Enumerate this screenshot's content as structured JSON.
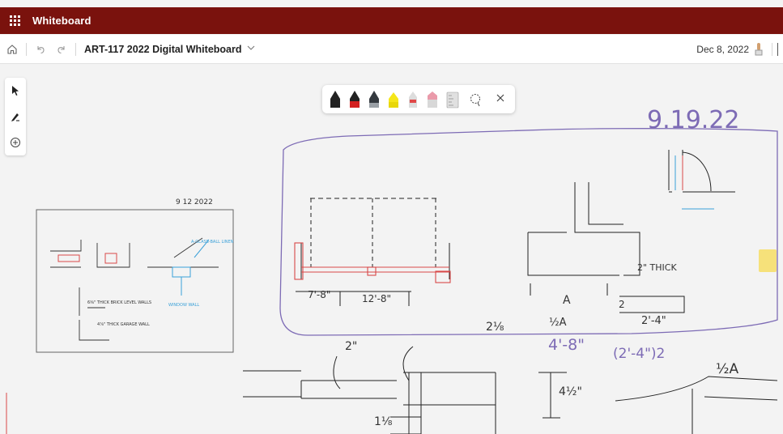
{
  "app": {
    "name": "Whiteboard"
  },
  "toolbar": {
    "doc_title": "ART-117 2022 Digital Whiteboard",
    "date": "Dec 8, 2022"
  },
  "pens": [
    {
      "name": "black-pen",
      "color": "#222222"
    },
    {
      "name": "red-pen",
      "color": "#d32020"
    },
    {
      "name": "dark-pen",
      "color": "#34393f"
    },
    {
      "name": "yellow-highlighter",
      "color": "#f5e61a"
    },
    {
      "name": "red-fine-pen",
      "color": "#e04848"
    },
    {
      "name": "pink-highlighter",
      "color": "#ea9aaa"
    },
    {
      "name": "ruler",
      "color": "#c8c8c8"
    }
  ],
  "board_text": {
    "date1": "9.19.22",
    "date2": "9 12 2022",
    "dim1": "7'-8\"",
    "dim2": "12'-8\"",
    "thick": "2\" THICK",
    "a_label": "A",
    "two": "2",
    "two4": "2'-4\"",
    "half_a": "½A",
    "four8": "4'-8\"",
    "paren": "(2'-4\")2",
    "half_a2": "½A",
    "two8": "2⅛",
    "four_half": "4½\"",
    "two_in": "2\"",
    "one_eighth": "1⅛",
    "note1": "6⅜\" THICK BRICK LEVEL WALLS",
    "note2": "4⅞\" THICK GARAGE WALL",
    "blue_note": "A-GLASS-BALL LINEN",
    "blue_note2": "WINDOW WALL"
  },
  "colors": {
    "appbar": "#7a120d",
    "purple_ink": "#7d6bb5",
    "red_ink": "#d84848",
    "blue_ink": "#3aa0d8"
  }
}
